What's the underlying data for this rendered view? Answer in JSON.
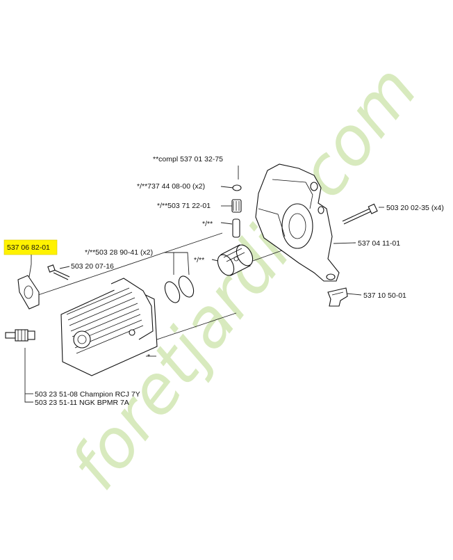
{
  "colors": {
    "highlight": "#fff200",
    "watermark": "#b9d98a",
    "ink": "#111111"
  },
  "watermark": "foretjardin.com",
  "labels": {
    "piston_kit_prefix": "**compl",
    "piston_kit": "537 01 32-75",
    "circlip_prefix": "*/**737 44 08-00",
    "circlip_qty": "(x2)",
    "needle_bearing": "*/**503 71 22-01",
    "piston_pin": "*/**",
    "piston_rings_prefix": "*/**503 28 90-41",
    "piston_rings_qty": "(x2)",
    "piston": "*/**",
    "gasket_highlighted": "537 06 82-01",
    "cylinder_screw": "503 20 07-16",
    "cylinder_star": "*",
    "crankcase_screw": "503 20 02-35",
    "crankcase_screw_qty": "(x4)",
    "crankcase": "537 04 11-01",
    "bracket": "537 10 50-01",
    "spark_plug_1_code": "503 23 51-08",
    "spark_plug_1_name": "Champion RCJ 7Y",
    "spark_plug_2_code": "503 23 51-11",
    "spark_plug_2_name": "NGK BPMR 7A"
  }
}
